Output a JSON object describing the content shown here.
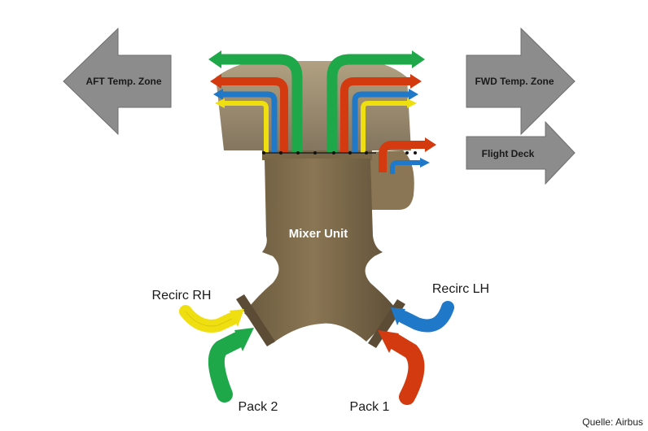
{
  "zones": {
    "aft": "AFT Temp. Zone",
    "fwd": "FWD Temp. Zone",
    "flight_deck": "Flight Deck"
  },
  "mixer_label": "Mixer Unit",
  "inputs": {
    "recirc_rh": "Recirc RH",
    "recirc_lh": "Recirc LH",
    "pack1": "Pack 1",
    "pack2": "Pack 2"
  },
  "credit": "Quelle: Airbus",
  "colors": {
    "green": "#1ea84a",
    "red": "#d43a10",
    "blue": "#1f78c8",
    "yellow": "#f0df10",
    "zone_arrow": "#8c8c8c",
    "mixer_body": "#7d6a4c"
  }
}
